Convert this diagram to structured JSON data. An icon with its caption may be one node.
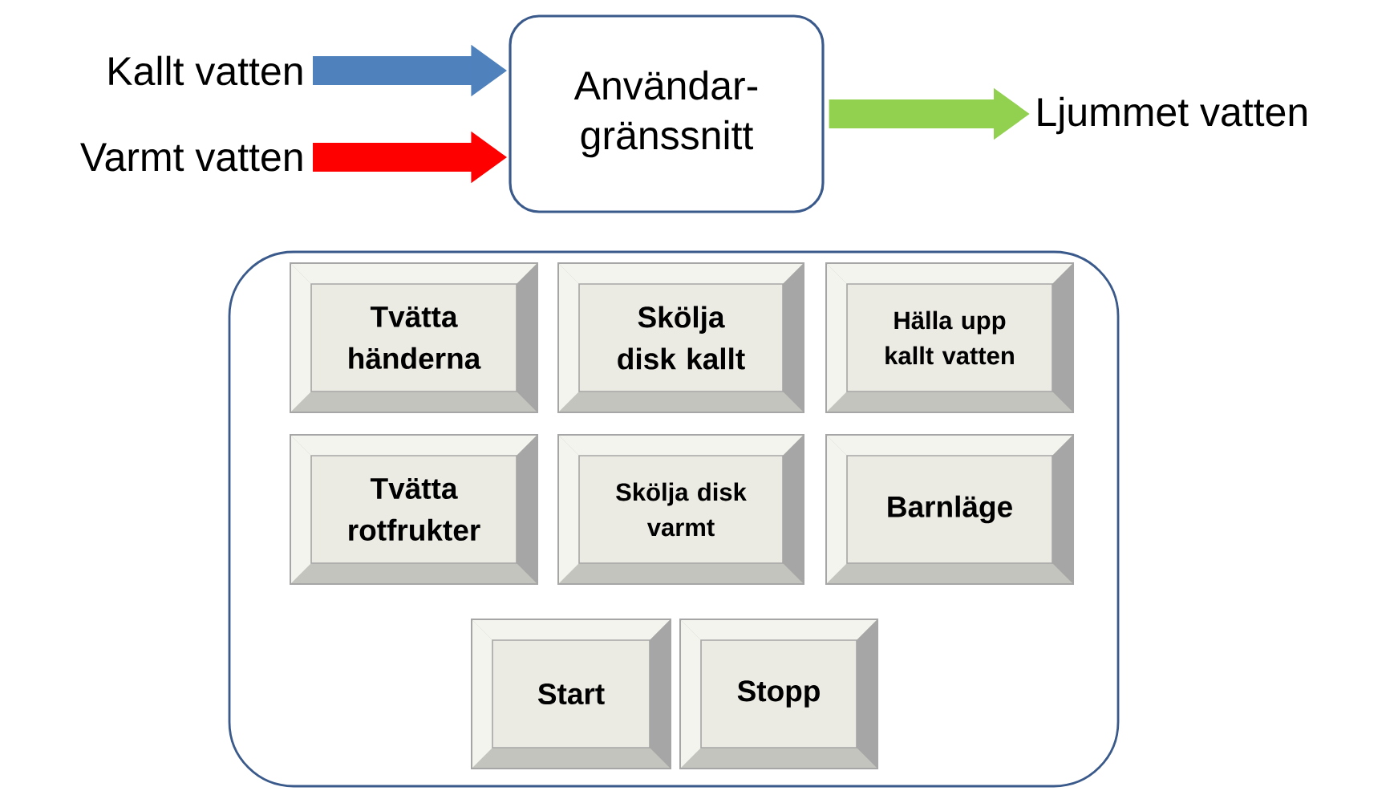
{
  "diagram": {
    "nodes": [
      {
        "text": [
          "Kallt vatten"
        ]
      },
      {
        "text": [
          "Varmt vatten"
        ]
      },
      {
        "text": [
          "Användar- gränssnitt"
        ]
      },
      {
        "text": [
          "Ljummet vatten"
        ]
      },
      {
        "text": [],
        "shape": "box"
      },
      {
        "text": [
          "Tvätta händerna"
        ],
        "in": 4
      },
      {
        "text": [
          "Skölja disk kallt"
        ],
        "in": 4
      },
      {
        "text": [
          "Hälla upp kallt vatten"
        ],
        "in": 4
      },
      {
        "text": [
          "Tvätta rotfrukter"
        ],
        "in": 4
      },
      {
        "text": [
          "Skölja disk varmt"
        ],
        "in": 4
      },
      {
        "text": [
          "Barnläge"
        ],
        "in": 4
      },
      {
        "text": [
          "Start"
        ],
        "in": 4
      },
      {
        "text": [
          "Stopp"
        ],
        "in": 4
      }
    ],
    "edges": [
      {
        "from": 0,
        "to": 2,
        "arrow": "to",
        "color": "#4f81bd"
      },
      {
        "from": 1,
        "to": 2,
        "arrow": "to",
        "color": "#ff0000"
      },
      {
        "from": 2,
        "to": 3,
        "arrow": "to",
        "color": "#92d050"
      }
    ]
  }
}
